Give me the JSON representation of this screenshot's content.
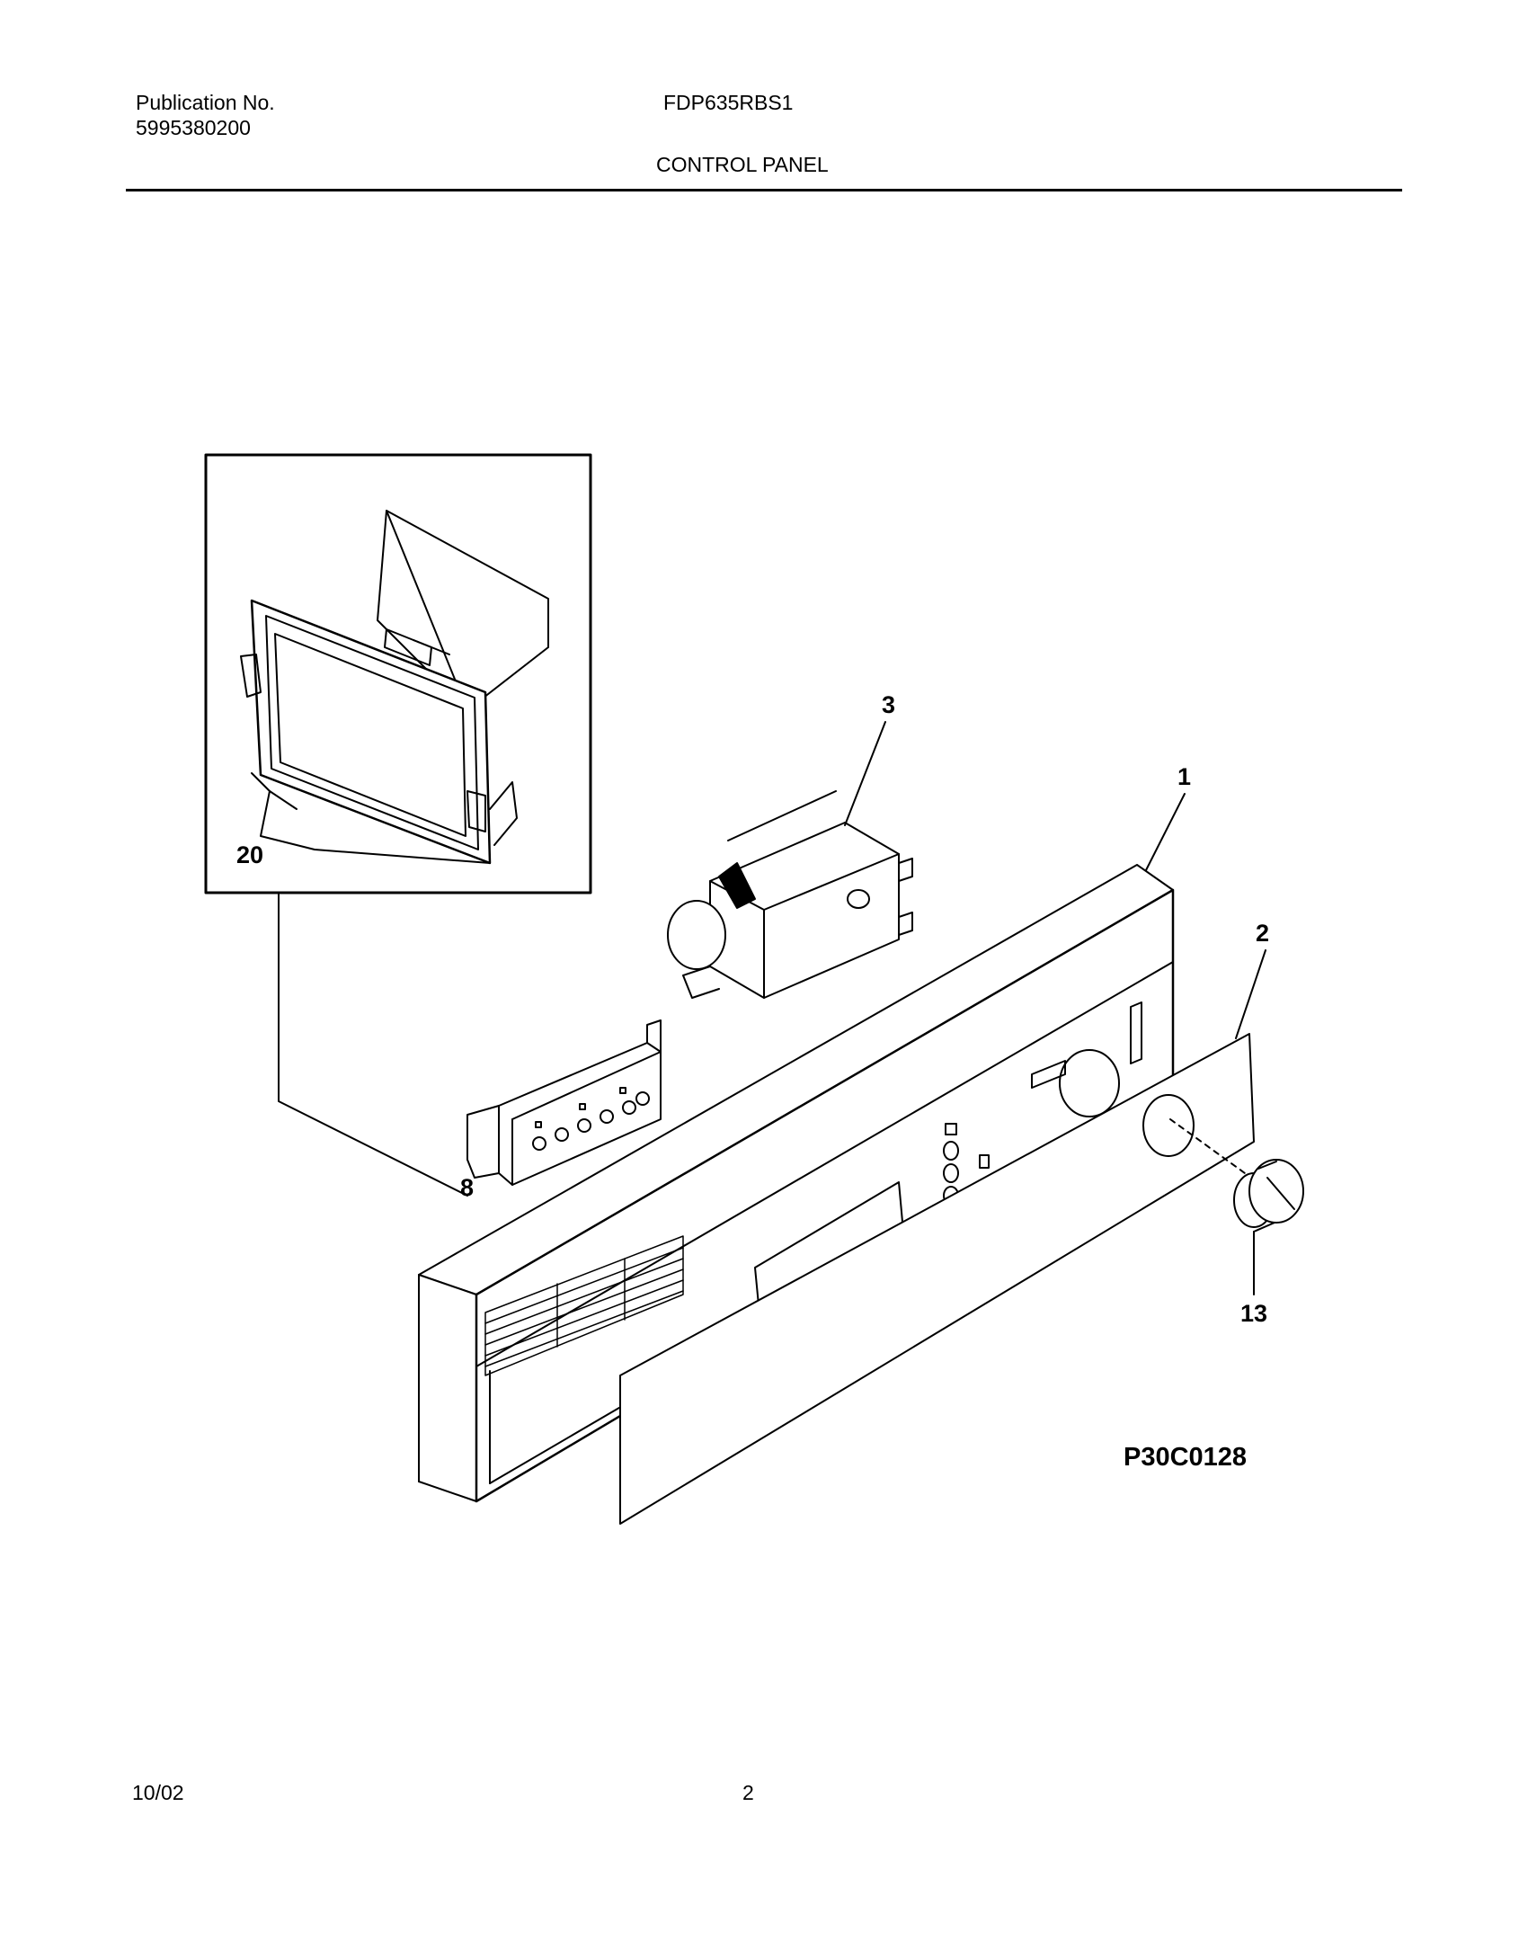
{
  "header": {
    "publication_label": "Publication No.",
    "publication_number": "5995380200",
    "model": "FDP635RBS1",
    "section_title": "CONTROL PANEL"
  },
  "diagram": {
    "callouts": {
      "inset_part": "20",
      "timer": "3",
      "panel": "1",
      "overlay": "2",
      "switch_board": "8",
      "knob": "13"
    },
    "reference_code": "P30C0128"
  },
  "footer": {
    "date": "10/02",
    "page": "2"
  }
}
